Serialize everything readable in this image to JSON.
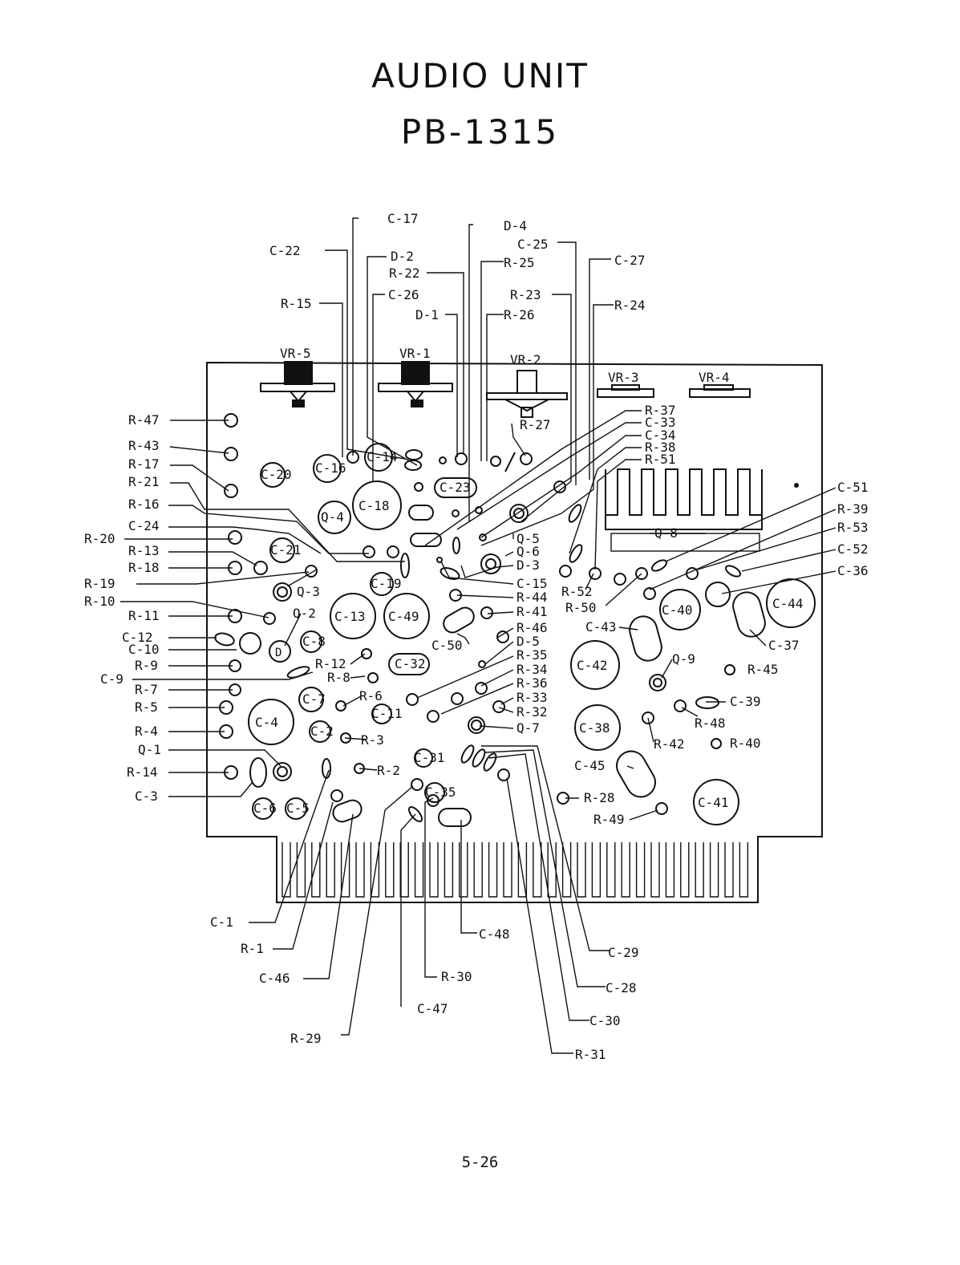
{
  "title": "AUDIO UNIT",
  "model": "PB-1315",
  "page_number": "5-26",
  "labels": {
    "c17": "C-17",
    "d4": "D-4",
    "c25": "C-25",
    "c22": "C-22",
    "d2": "D-2",
    "r22": "R-22",
    "r25": "R-25",
    "c27": "C-27",
    "c26": "C-26",
    "r23": "R-23",
    "r15": "R-15",
    "d1": "D-1",
    "r26": "R-26",
    "r24": "R-24",
    "vr5": "VR-5",
    "vr1": "VR-1",
    "vr2": "VR-2",
    "vr3": "VR-3",
    "vr4": "VR-4",
    "r47": "R-47",
    "r43": "R-43",
    "r17": "R-17",
    "r21": "R-21",
    "r16": "R-16",
    "c24": "C-24",
    "r20": "R-20",
    "r13": "R-13",
    "r18": "R-18",
    "r19": "R-19",
    "r10": "R-10",
    "r11": "R-11",
    "c12": "C-12",
    "c10": "C-10",
    "r9": "R-9",
    "c9": "C-9",
    "r7": "R-7",
    "r5": "R-5",
    "r4": "R-4",
    "q1": "Q-1",
    "r14": "R-14",
    "c3": "C-3",
    "r27": "R-27",
    "r37": "R-37",
    "c33": "C-33",
    "c34": "C-34",
    "r38": "R-38",
    "r51": "R-51",
    "c51": "C-51",
    "r39": "R-39",
    "r53": "R-53",
    "c52": "C-52",
    "c36": "C-36",
    "q8": "Q-8",
    "q5": "Q-5",
    "q6": "Q-6",
    "d3": "D-3",
    "c15": "C-15",
    "r44": "R-44",
    "r41": "R-41",
    "r46": "R-46",
    "d5": "D-5",
    "r35": "R-35",
    "r34": "R-34",
    "r36": "R-36",
    "r33": "R-33",
    "r32": "R-32",
    "q7": "Q-7",
    "c50": "C-50",
    "r52": "R-52",
    "r50": "R-50",
    "c43": "C-43",
    "c37": "C-37",
    "q9": "Q-9",
    "r45": "R-45",
    "c39": "C-39",
    "r48": "R-48",
    "r42": "R-42",
    "r40": "R-40",
    "c45": "C-45",
    "r28": "R-28",
    "r49": "R-49",
    "q3": "Q-3",
    "q2": "Q-2",
    "r12": "R-12",
    "r8": "R-8",
    "r6": "R-6",
    "r3": "R-3",
    "r2": "R-2",
    "c1": "C-1",
    "r1": "R-1",
    "c46": "C-46",
    "r29": "R-29",
    "c47": "C-47",
    "r30": "R-30",
    "c48": "C-48",
    "c29": "C-29",
    "c28": "C-28",
    "c30": "C-30",
    "r31": "R-31"
  },
  "component_marks": {
    "c20": "C-20",
    "c16": "C-16",
    "c14": "C-14",
    "c18": "C-18",
    "c23": "C-23",
    "q4": "Q-4",
    "c21": "C-21",
    "c19": "C-19",
    "c13": "C-13",
    "c49": "C-49",
    "c8": "C-8",
    "c32": "C-32",
    "c7": "C-7",
    "c11": "C-11",
    "c4": "C-4",
    "c2": "C-2",
    "c31": "C-31",
    "c35": "C-35",
    "c6": "C-6",
    "c5": "C-5",
    "c40": "C-40",
    "c44": "C-44",
    "c42": "C-42",
    "c38": "C-38",
    "c41": "C-41",
    "q2_mark": "D"
  }
}
